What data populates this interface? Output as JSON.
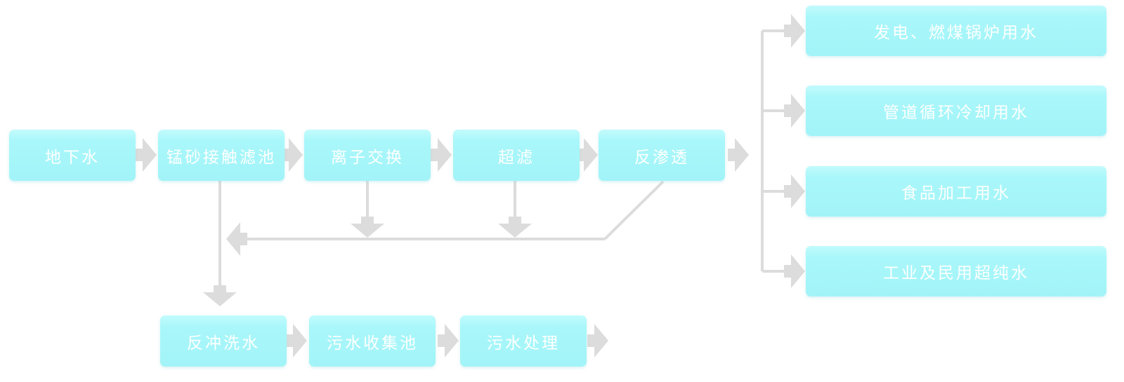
{
  "diagram_type": "flowchart",
  "nodes": {
    "main": [
      "地下水",
      "锰砂接触滤池",
      "离子交换",
      "超滤",
      "反渗透"
    ],
    "outputs": [
      "发电、燃煤锅炉用水",
      "管道循环冷却用水",
      "食品加工用水",
      "工业及民用超纯水"
    ],
    "waste": [
      "反冲洗水",
      "污水收集池",
      "污水处理"
    ]
  },
  "edges": [
    {
      "from": "地下水",
      "to": "锰砂接触滤池"
    },
    {
      "from": "锰砂接触滤池",
      "to": "离子交换"
    },
    {
      "from": "离子交换",
      "to": "超滤"
    },
    {
      "from": "超滤",
      "to": "反渗透"
    },
    {
      "from": "反渗透",
      "to": "发电、燃煤锅炉用水"
    },
    {
      "from": "反渗透",
      "to": "管道循环冷却用水"
    },
    {
      "from": "反渗透",
      "to": "食品加工用水"
    },
    {
      "from": "反渗透",
      "to": "工业及民用超纯水"
    },
    {
      "from": "锰砂接触滤池",
      "to": "反冲洗水"
    },
    {
      "from": "离子交换",
      "to": "反冲洗水"
    },
    {
      "from": "超滤",
      "to": "反冲洗水"
    },
    {
      "from": "反渗透",
      "to": "反冲洗水"
    },
    {
      "from": "反冲洗水",
      "to": "污水收集池"
    },
    {
      "from": "污水收集池",
      "to": "污水处理"
    },
    {
      "from": "污水处理",
      "to": ""
    }
  ],
  "colors": {
    "node_fill": "#A8F7FA",
    "node_text": "#FFFFFF",
    "connector": "#DCDCDC",
    "background": "#FFFFFF"
  }
}
